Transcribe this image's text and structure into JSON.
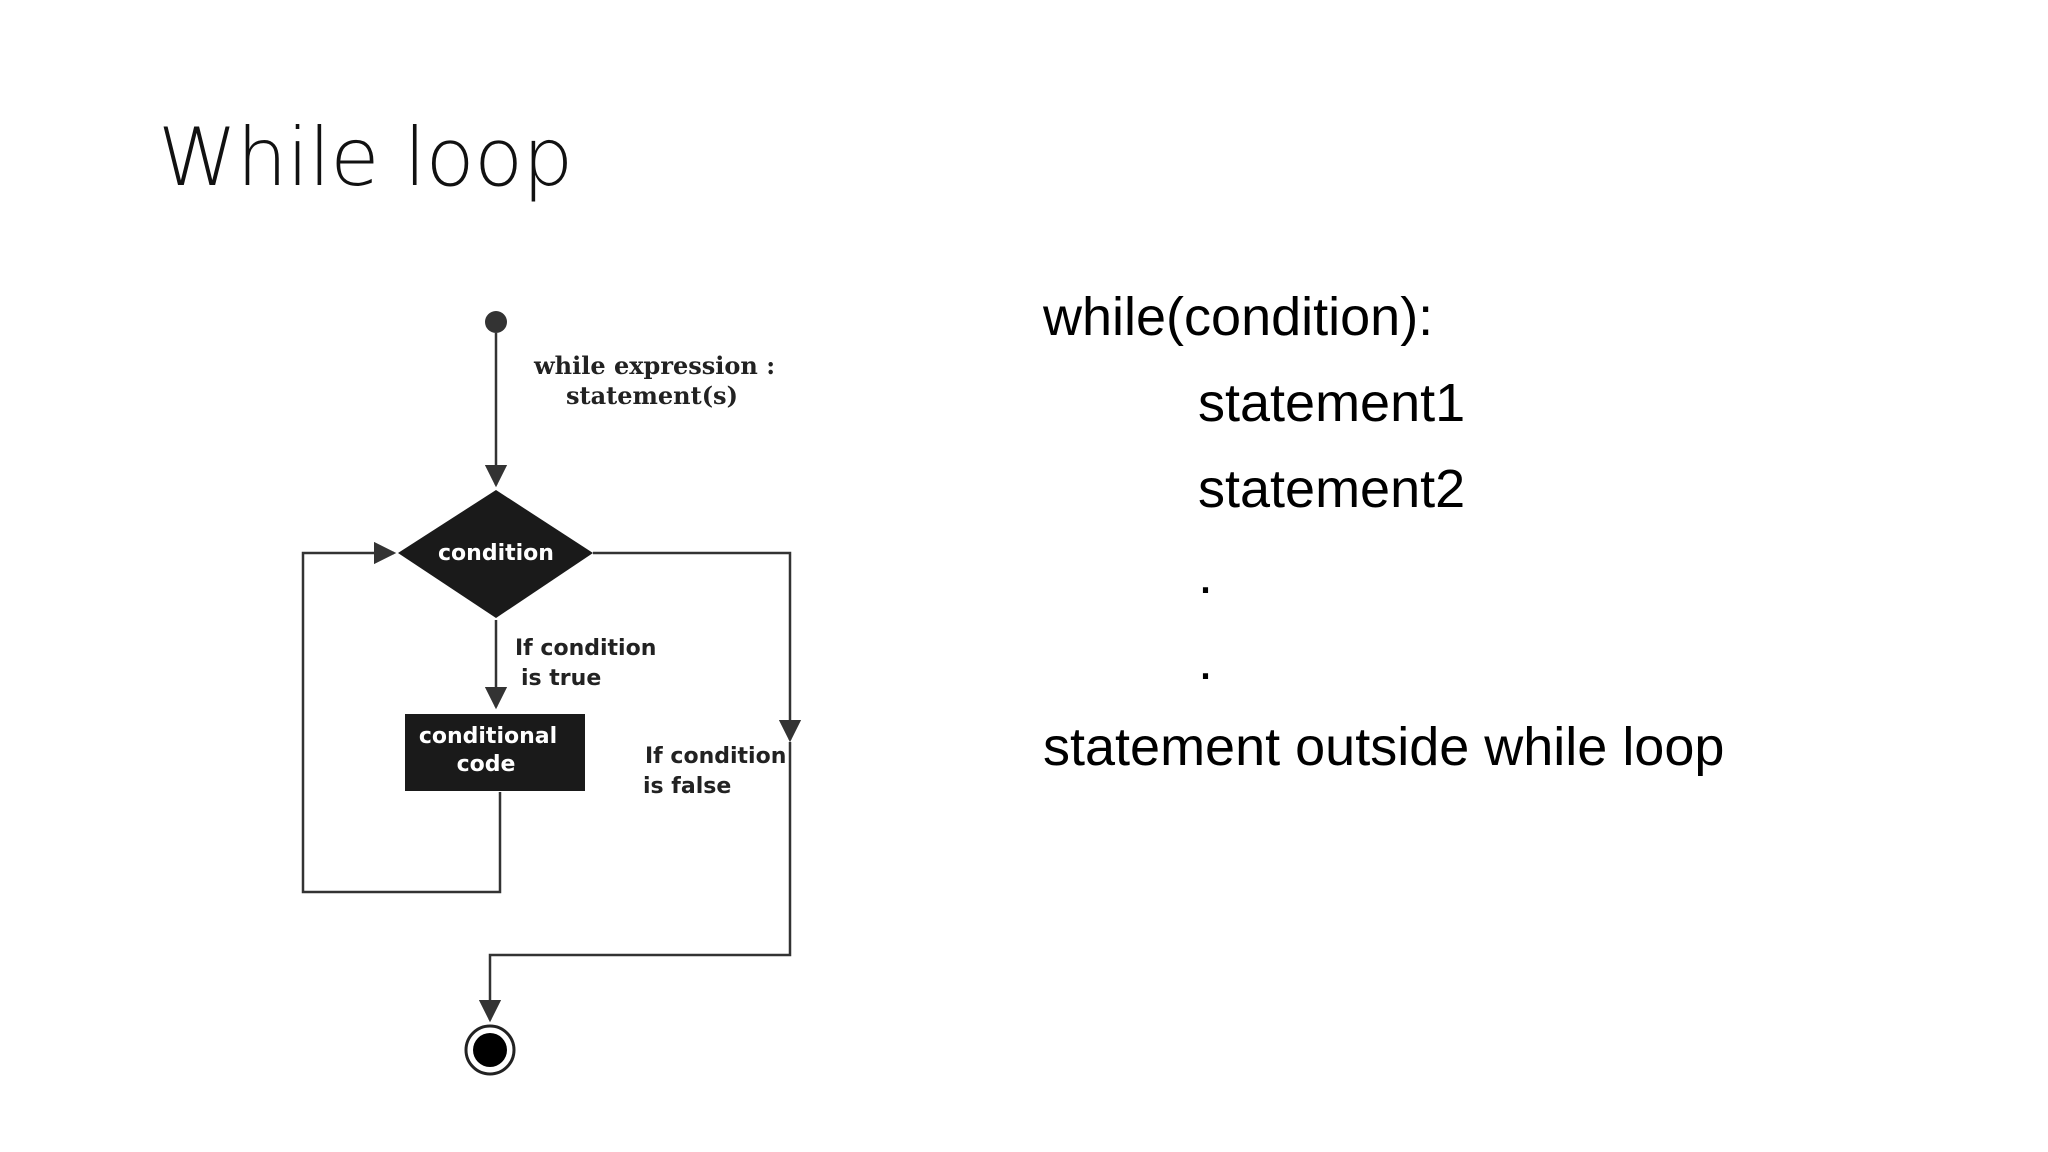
{
  "slide": {
    "title": "While loop"
  },
  "diagram": {
    "caption_line1": "while expression :",
    "caption_line2": "statement(s)",
    "decision_label": "condition",
    "true_label_line1": "If condition",
    "true_label_line2": "is true",
    "process_label_line1": "conditional",
    "process_label_line2": "code",
    "false_label_line1": "If condition",
    "false_label_line2": "is false",
    "colors": {
      "stroke": "#333333",
      "fill_dark": "#1a1a1a",
      "label_on_dark": "#ffffff"
    }
  },
  "code": {
    "lines": [
      "while(condition):",
      "statement1",
      "statement2",
      ".",
      ".",
      "statement outside while loop"
    ]
  }
}
